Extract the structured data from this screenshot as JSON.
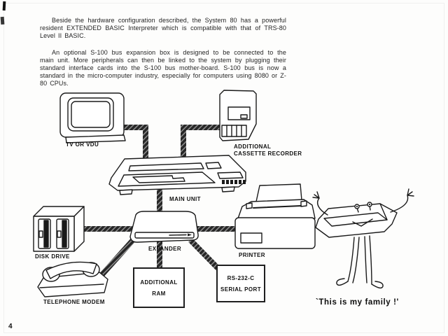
{
  "page": {
    "number": "4"
  },
  "intro": {
    "paragraph1": "Beside the hardware configuration described, the System 80 has a powerful resident EXTENDED BASIC Interpreter which is compatible with that of TRS-80 Level II BASIC.",
    "paragraph2": "An optional S-100 bus expansion box is designed to be connected to the main unit. More peripherals can then be linked to the system by plugging their standard interface cards into the S-100 bus mother-board. S-100 bus is now a standard in the micro-computer industry, especially for computers using 8080 or Z-80 CPUs."
  },
  "diagram": {
    "nodes": {
      "tv": {
        "label": "TV OR VDU"
      },
      "cassette": {
        "label_line1": "ADDITIONAL",
        "label_line2": "CASSETTE RECORDER"
      },
      "main_unit": {
        "label": "MAIN UNIT"
      },
      "disk_drive": {
        "label": "DISK DRIVE"
      },
      "expander": {
        "label": "EXPANDER"
      },
      "printer": {
        "label": "PRINTER"
      },
      "telephone_modem": {
        "label": "TELEPHONE MODEM"
      },
      "additional_ram": {
        "label_line1": "ADDITIONAL",
        "label_line2": "RAM"
      },
      "serial_port": {
        "label_line1": "RS-232-C",
        "label_line2": "SERIAL PORT"
      }
    },
    "connections": [
      {
        "from": "TV OR VDU",
        "to": "MAIN UNIT"
      },
      {
        "from": "ADDITIONAL CASSETTE RECORDER",
        "to": "MAIN UNIT"
      },
      {
        "from": "MAIN UNIT",
        "to": "EXPANDER"
      },
      {
        "from": "DISK DRIVE",
        "to": "EXPANDER"
      },
      {
        "from": "EXPANDER",
        "to": "PRINTER"
      },
      {
        "from": "EXPANDER",
        "to": "TELEPHONE MODEM"
      },
      {
        "from": "EXPANDER",
        "to": "ADDITIONAL RAM"
      },
      {
        "from": "EXPANDER",
        "to": "RS-232-C SERIAL PORT"
      }
    ],
    "mascot": {
      "caption": "`This is my family !'"
    },
    "colors": {
      "ink": "#1a1a1a",
      "connector": "#2a2a2a",
      "paper": "#fdfdfc"
    }
  }
}
